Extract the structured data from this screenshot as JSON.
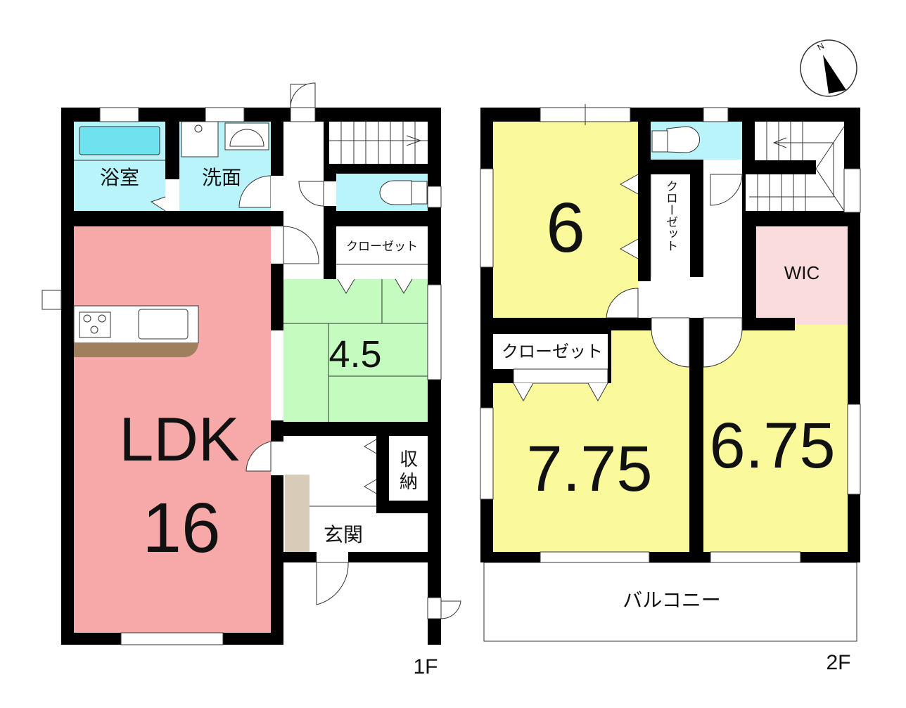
{
  "floors": {
    "first": {
      "label": "1F",
      "rooms": {
        "bath": "浴室",
        "washroom": "洗面",
        "closet": "クローゼット",
        "japanese_room": "4.5",
        "ldk_name": "LDK",
        "ldk_size": "16",
        "storage_1": "収",
        "storage_2": "納",
        "entrance": "玄関"
      }
    },
    "second": {
      "label": "2F",
      "rooms": {
        "room_a": "6",
        "closet_vertical": "クローゼット",
        "wic": "WIC",
        "closet": "クローゼット",
        "room_b": "7.75",
        "room_c": "6.75",
        "balcony": "バルコニー"
      }
    }
  },
  "compass": {
    "north": "N"
  },
  "colors": {
    "wet_area": "#b8f4fa",
    "ldk": "#f7a8a8",
    "japanese_room": "#c4fcc0",
    "bedroom": "#fafa9c",
    "wic": "#fbdcdc",
    "entrance_floor": "#d8cbb8",
    "counter": "#a07f5c"
  }
}
